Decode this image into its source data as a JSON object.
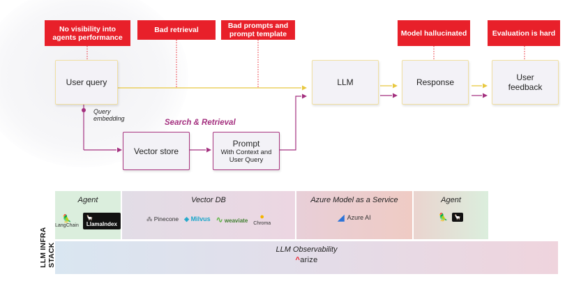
{
  "problems": {
    "agents": "No visibility into agents performance",
    "retrieval": "Bad retrieval",
    "prompts": "Bad prompts and prompt template",
    "hallucinated": "Model hallucinated",
    "evaluation": "Evaluation is hard"
  },
  "flow": {
    "user_query": "User query",
    "query_embedding": "Query embedding",
    "search_retrieval": "Search & Retrieval",
    "vector_store": "Vector store",
    "prompt_title": "Prompt",
    "prompt_sub": "With Context and User Query",
    "llm": "LLM",
    "response": "Response",
    "user_feedback": "User feedback"
  },
  "stack": {
    "label": "LLM INFRA STACK",
    "agent_left": {
      "title": "Agent",
      "langchain": "LangChain",
      "llamaindex": "LlamaIndex"
    },
    "vector_db": {
      "title": "Vector DB",
      "pinecone": "Pinecone",
      "milvus": "Milvus",
      "weaviate": "weaviate",
      "chroma": "Chroma"
    },
    "azure": {
      "title": "Azure Model as a Service",
      "product": "Azure AI"
    },
    "agent_right": {
      "title": "Agent"
    },
    "observability": {
      "title": "LLM Observability",
      "brand": "arize"
    }
  },
  "colors": {
    "problem_red": "#e8202a",
    "flow_purple": "#a4307f",
    "flow_yellow": "#e8c840",
    "agent_green": "#dbeedd",
    "vector_pink": "#ecd6e2",
    "azure_salmon": "#efcbc4"
  },
  "icons": [
    "langchain-parrot-icon",
    "llama-icon",
    "pinecone-icon",
    "milvus-icon",
    "weaviate-icon",
    "chroma-icon",
    "azure-icon",
    "arize-icon"
  ]
}
